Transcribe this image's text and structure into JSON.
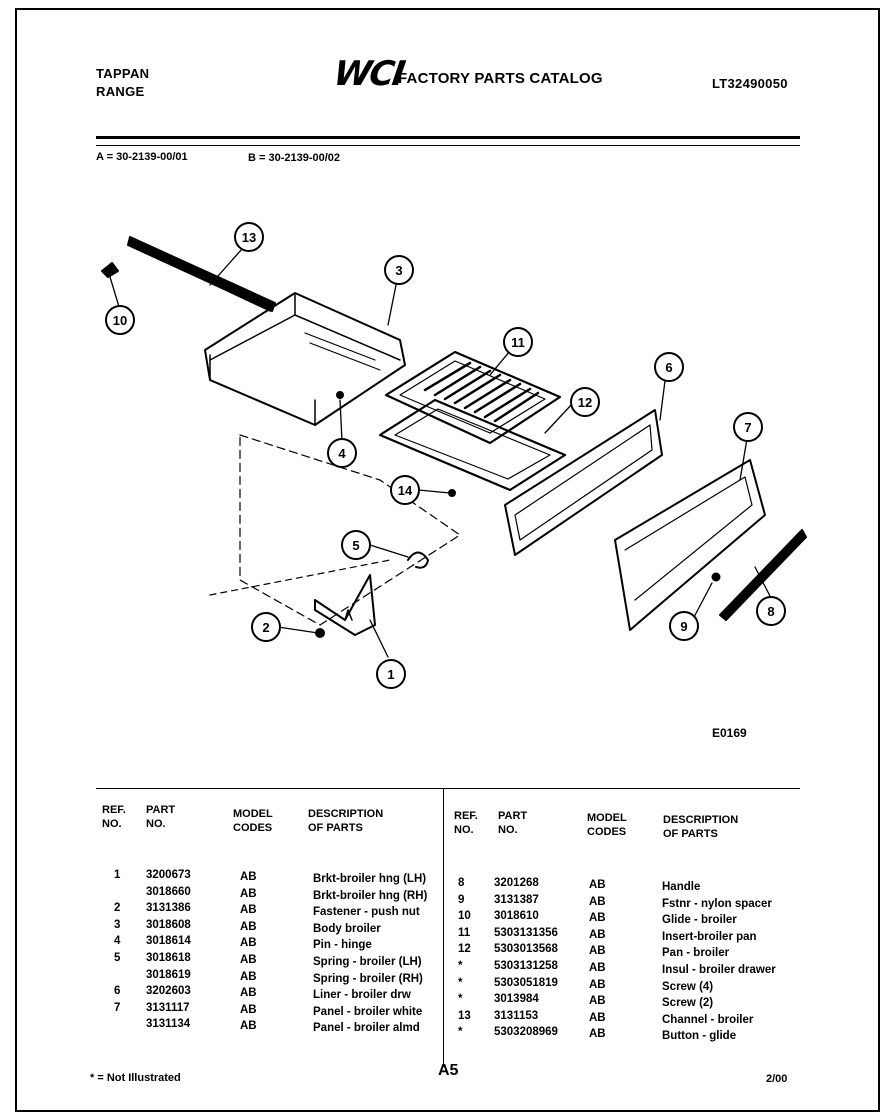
{
  "header": {
    "brand_line1": "TAPPAN",
    "brand_line2": "RANGE",
    "logo_text": "WCI",
    "catalog_title": "FACTORY PARTS CATALOG",
    "catalog_number": "LT32490050"
  },
  "models": {
    "a": "A = 30-2139-00/01",
    "b": "B = 30-2139-00/02"
  },
  "diagram": {
    "code": "E0169",
    "callouts": [
      "13",
      "3",
      "10",
      "4",
      "11",
      "12",
      "6",
      "7",
      "14",
      "5",
      "2",
      "1",
      "9",
      "8"
    ]
  },
  "table": {
    "headers": {
      "ref": [
        "REF.",
        "NO."
      ],
      "part": [
        "PART",
        "NO."
      ],
      "model": [
        "MODEL",
        "CODES"
      ],
      "desc": [
        "DESCRIPTION",
        "OF PARTS"
      ]
    },
    "left_rows": [
      {
        "ref": "1",
        "part": "3200673",
        "model": "AB",
        "desc": "Brkt-broiler hng (LH)"
      },
      {
        "ref": "",
        "part": "3018660",
        "model": "AB",
        "desc": "Brkt-broiler hng (RH)"
      },
      {
        "ref": "2",
        "part": "3131386",
        "model": "AB",
        "desc": "Fastener - push nut"
      },
      {
        "ref": "3",
        "part": "3018608",
        "model": "AB",
        "desc": "Body broiler"
      },
      {
        "ref": "4",
        "part": "3018614",
        "model": "AB",
        "desc": "Pin - hinge"
      },
      {
        "ref": "5",
        "part": "3018618",
        "model": "AB",
        "desc": "Spring - broiler (LH)"
      },
      {
        "ref": "",
        "part": "3018619",
        "model": "AB",
        "desc": "Spring - broiler (RH)"
      },
      {
        "ref": "6",
        "part": "3202603",
        "model": "AB",
        "desc": "Liner - broiler drw"
      },
      {
        "ref": "7",
        "part": "3131117",
        "model": "AB",
        "desc": "Panel - broiler white"
      },
      {
        "ref": "",
        "part": "3131134",
        "model": "AB",
        "desc": "Panel - broiler almd"
      }
    ],
    "right_rows": [
      {
        "ref": "8",
        "part": "3201268",
        "model": "AB",
        "desc": "Handle"
      },
      {
        "ref": "9",
        "part": "3131387",
        "model": "AB",
        "desc": "Fstnr - nylon spacer"
      },
      {
        "ref": "10",
        "part": "3018610",
        "model": "AB",
        "desc": "Glide - broiler"
      },
      {
        "ref": "11",
        "part": "5303131356",
        "model": "AB",
        "desc": "Insert-broiler pan"
      },
      {
        "ref": "12",
        "part": "5303013568",
        "model": "AB",
        "desc": "Pan - broiler"
      },
      {
        "ref": "*",
        "part": "5303131258",
        "model": "AB",
        "desc": "Insul - broiler drawer"
      },
      {
        "ref": "*",
        "part": "5303051819",
        "model": "AB",
        "desc": "Screw (4)"
      },
      {
        "ref": "*",
        "part": "3013984",
        "model": "AB",
        "desc": "Screw (2)"
      },
      {
        "ref": "13",
        "part": "3131153",
        "model": "AB",
        "desc": "Channel - broiler"
      },
      {
        "ref": "*",
        "part": "5303208969",
        "model": "AB",
        "desc": "Button - glide"
      }
    ]
  },
  "footer": {
    "legend": "* = Not Illustrated",
    "page": "A5",
    "date": "2/00"
  }
}
